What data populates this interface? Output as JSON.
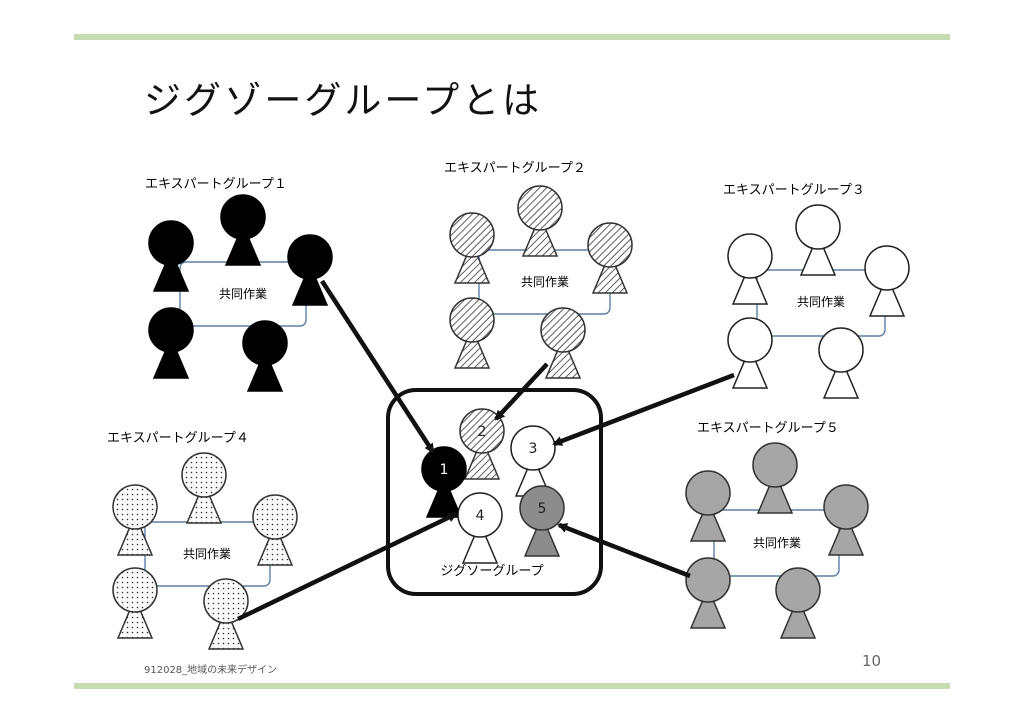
{
  "title": "ジグゾーグループとは",
  "footer": {
    "left": "912028_地域の未来デザイン",
    "page": "10"
  },
  "collab_label": "共同作業",
  "groups": [
    {
      "label": "エキスパートグループ１",
      "fill": "solid-black"
    },
    {
      "label": "エキスパートグループ２",
      "fill": "hatched"
    },
    {
      "label": "エキスパートグループ３",
      "fill": "white"
    },
    {
      "label": "エキスパートグループ４",
      "fill": "dotted"
    },
    {
      "label": "エキスパートグループ５",
      "fill": "gray"
    }
  ],
  "jigsaw": {
    "label": "ジグソーグループ",
    "members": [
      "1",
      "2",
      "3",
      "4",
      "5"
    ]
  },
  "colors": {
    "accent_bar": "#c7dcb0",
    "link_line": "#5b7fa6",
    "gray_fill": "#a6a6a6"
  }
}
